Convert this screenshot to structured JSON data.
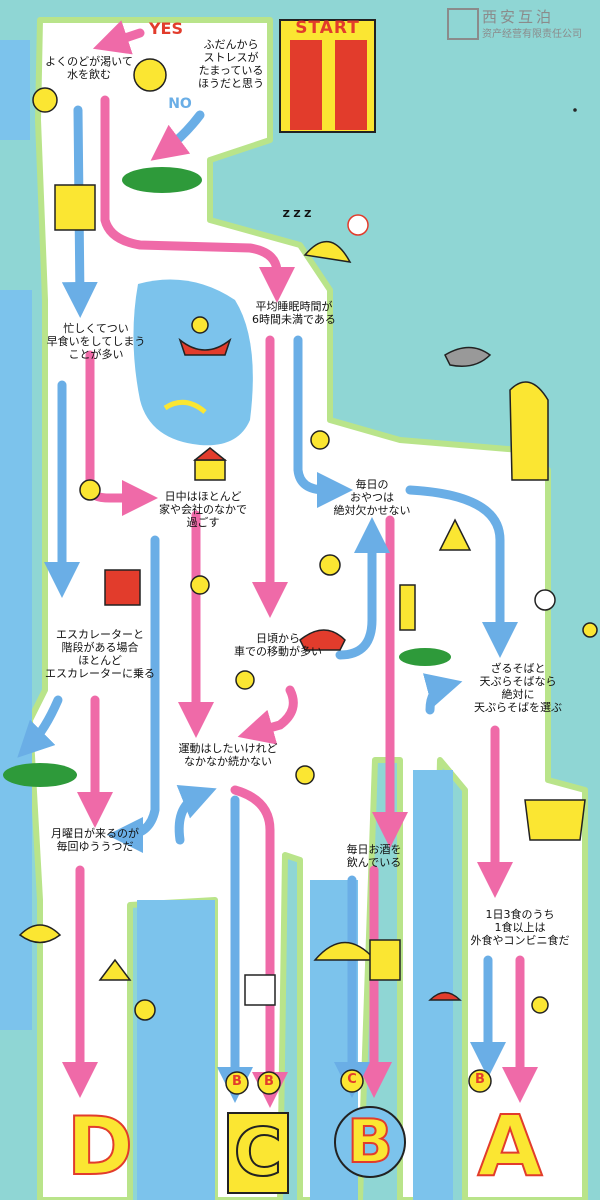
{
  "header": {
    "brand_cn": "西安互泊",
    "brand_sub": "资产经营有限责任公司"
  },
  "labels": {
    "start": "START",
    "yes": "YES",
    "no": "NO",
    "zzz": "Z Z Z"
  },
  "questions": {
    "stress": "ふだんから\nストレスが\nたまっている\nほうだと思う",
    "thirst": "よくのどが渇いて\n水を飲む",
    "sleep": "平均睡眠時間が\n6時間未満である",
    "breakfast": "忙しくてつい\n早食いをしてしまう\nことが多い",
    "office": "日中はほとんど\n家や会社のなかで\n過ごす",
    "snacks": "毎日の\nおやつは\n絶対欠かせない",
    "escalator": "エスカレーターと\n階段がある場合\nほとんど\nエスカレーターに乗る",
    "car": "日頃から\n車での移動が多い",
    "soba": "ざるそばと\n天ぷらそばなら\n絶対に\n天ぷらそばを選ぶ",
    "exercise": "運動はしたいけれど\nなかなか続かない",
    "monday": "月曜日が来るのが\n毎回ゆううつだ",
    "alcohol": "毎日お酒を\n飲んでいる",
    "eatout": "1日3食のうち\n1食以上は\n外食やコンビニ食だ"
  },
  "results": {
    "d": "D",
    "c": "C",
    "b": "B",
    "a": "A",
    "small_b1": "B",
    "small_b2": "B",
    "small_c": "C",
    "small_b3": "B"
  },
  "colors": {
    "sea": "#8fd6d4",
    "land": "#ffffff",
    "land_edge": "#b9e48a",
    "water": "#7cc3ec",
    "pink": "#ef6aa8",
    "blue": "#6aaee6",
    "yellow": "#fbe632",
    "red": "#e23c2c"
  }
}
